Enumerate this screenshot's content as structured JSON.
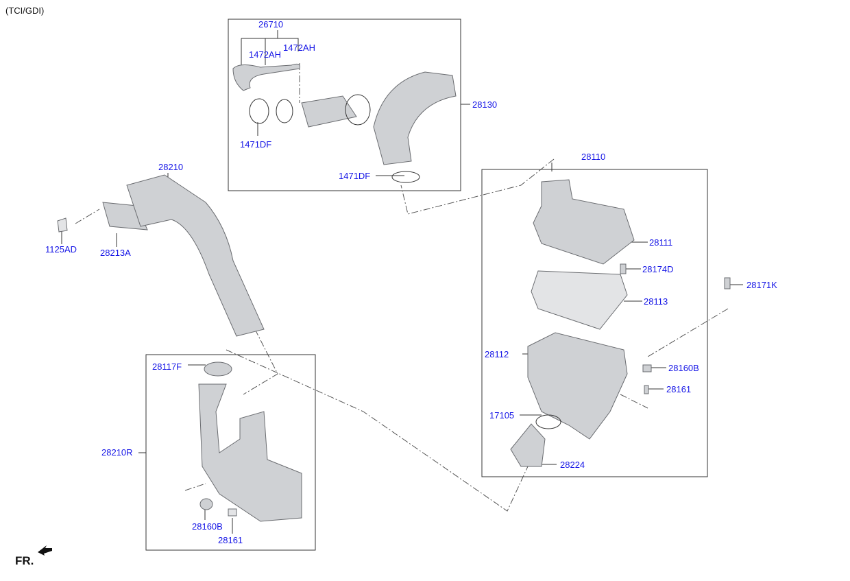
{
  "header": "(TCI/GDI)",
  "front_marker": "FR.",
  "labels": {
    "l26710": "26710",
    "l1472AH_a": "1472AH",
    "l1472AH_b": "1472AH",
    "l28130": "28130",
    "l1471DF_a": "1471DF",
    "l1471DF_b": "1471DF",
    "l28210": "28210",
    "l1125AD": "1125AD",
    "l28213A": "28213A",
    "l28110": "28110",
    "l28111": "28111",
    "l28174D": "28174D",
    "l28113": "28113",
    "l28171K": "28171K",
    "l28112": "28112",
    "l28160B_a": "28160B",
    "l28161_a": "28161",
    "l17105": "17105",
    "l28224": "28224",
    "l28117F": "28117F",
    "l28210R": "28210R",
    "l28160B_b": "28160B",
    "l28161_b": "28161"
  },
  "colors": {
    "label": "#1414e6",
    "line": "#333333",
    "part": "#cfd1d4"
  }
}
